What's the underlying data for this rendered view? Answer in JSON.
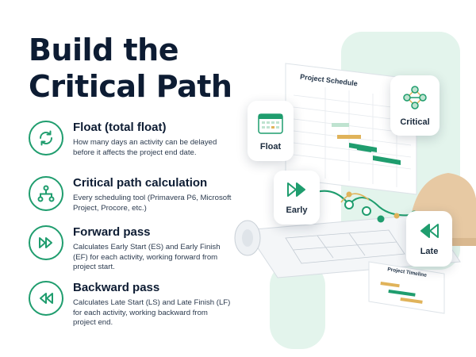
{
  "title": {
    "line1": "Build the",
    "line2": "Critical Path"
  },
  "features": [
    {
      "icon": "refresh-cycle-icon",
      "heading": "Float (total float)",
      "body": "How many days an activity can be delayed before it affects the project end date."
    },
    {
      "icon": "hierarchy-network-icon",
      "heading": "Critical path calculation",
      "body": "Every scheduling tool (Primavera P6, Microsoft Project, Procore, etc.)"
    },
    {
      "icon": "fast-forward-icon",
      "heading": "Forward pass",
      "body": "Calculates Early Start (ES) and Early Finish (EF) for each activity, working forward from project start."
    },
    {
      "icon": "rewind-icon",
      "heading": "Backward pass",
      "body": "Calculates Late Start (LS) and Late Finish (LF) for each activity, working backward from project end."
    }
  ],
  "illustration": {
    "schedule_title": "Project Schedule",
    "timeline_title": "Project Timeline",
    "cards": {
      "float": "Float",
      "critical": "Critical",
      "early": "Early",
      "late": "Late"
    }
  },
  "colors": {
    "accent": "#1f9d6e",
    "mint": "#e3f4ec",
    "gold": "#e0b35a",
    "ink": "#0d1c33"
  }
}
